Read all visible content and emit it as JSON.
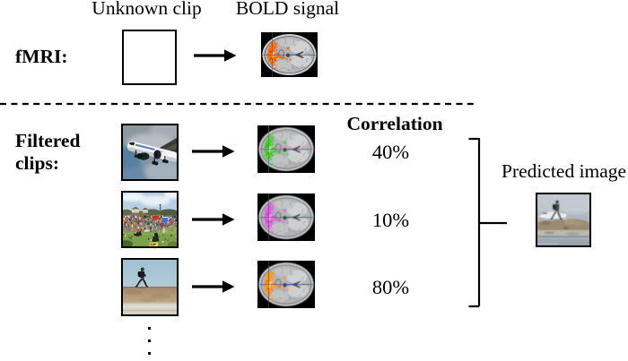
{
  "figure": {
    "background": "#ffffff",
    "text_color": "#000000"
  },
  "header": {
    "unknown_clip_label": "Unknown clip",
    "bold_signal_label": "BOLD signal"
  },
  "fmri_row": {
    "label": "fMRI:",
    "stimulus": {
      "type": "empty-square"
    },
    "brain": {
      "activation": {
        "main": "#f07010",
        "dark": "#d8380e",
        "light": "#ffd34e"
      },
      "crosshair": "#3b4fa4"
    }
  },
  "divider": {
    "style": "dashed"
  },
  "filtered_section": {
    "label_line1": "Filtered",
    "label_line2": "clips:",
    "correlation_header": "Correlation"
  },
  "rows": [
    {
      "clip": "airplane",
      "correlation": "40%",
      "brain": {
        "activation": {
          "main": "#49c930",
          "dark": "#2aa315",
          "light": "#b0f09a"
        },
        "crosshair": "#b23a9e"
      }
    },
    {
      "clip": "crowd",
      "correlation": "10%",
      "brain": {
        "activation": {
          "main": "#dd5ddd",
          "dark": "#c433c4",
          "light": "#f0aaea"
        },
        "crosshair": "#136b5e"
      }
    },
    {
      "clip": "beach-runner",
      "correlation": "80%",
      "brain": {
        "activation": {
          "main": "#f29a12",
          "dark": "#e4680d",
          "light": "#ffe066"
        },
        "crosshair": "#4b3ba4"
      }
    }
  ],
  "predicted": {
    "label": "Predicted image",
    "image": "predicted-beach"
  },
  "ellipsis": {
    "dots": 3
  },
  "line_color": "#000000"
}
